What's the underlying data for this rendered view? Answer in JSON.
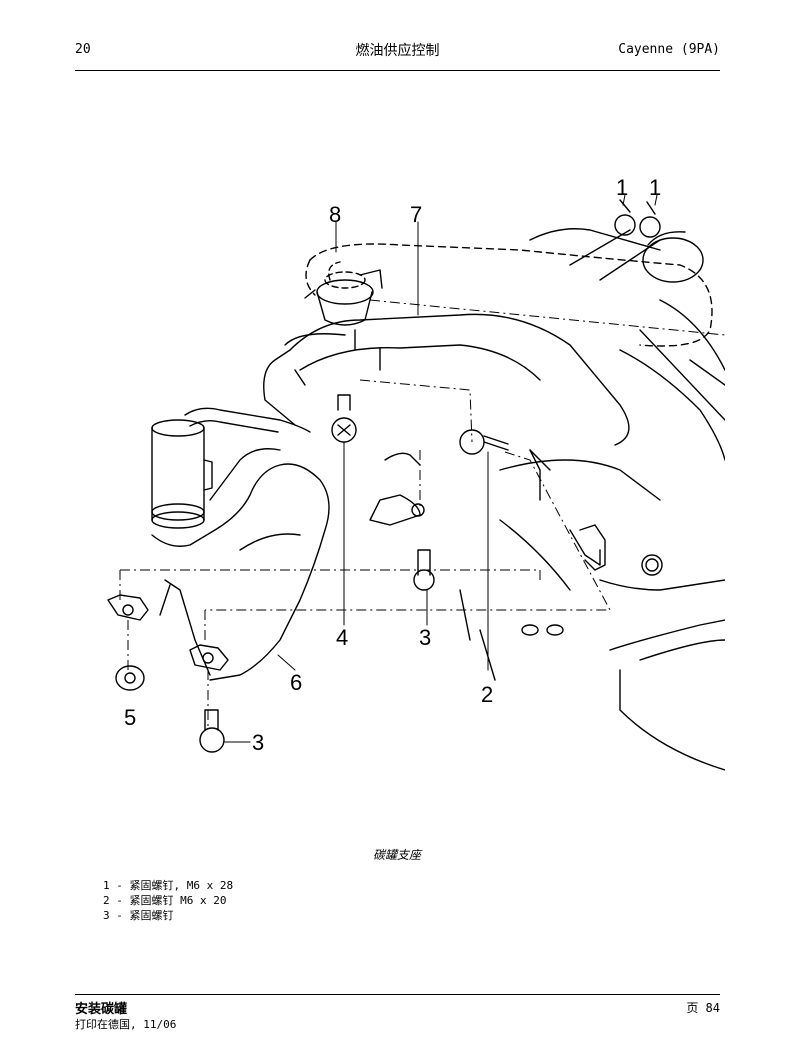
{
  "header": {
    "page_number": "20",
    "title": "燃油供应控制",
    "model": "Cayenne (9PA)"
  },
  "figure": {
    "callouts": [
      "1",
      "1",
      "8",
      "7",
      "4",
      "3",
      "2",
      "5",
      "6",
      "3"
    ]
  },
  "caption": "碳罐支座",
  "legend": [
    "1 - 紧固螺钉, M6 x 28",
    "2 - 紧固螺钉 M6 x 20",
    "3 - 紧固螺钉"
  ],
  "footer": {
    "section_title": "安装碳罐",
    "print_note": "打印在德国, 11/06",
    "page_label": "页 84"
  }
}
